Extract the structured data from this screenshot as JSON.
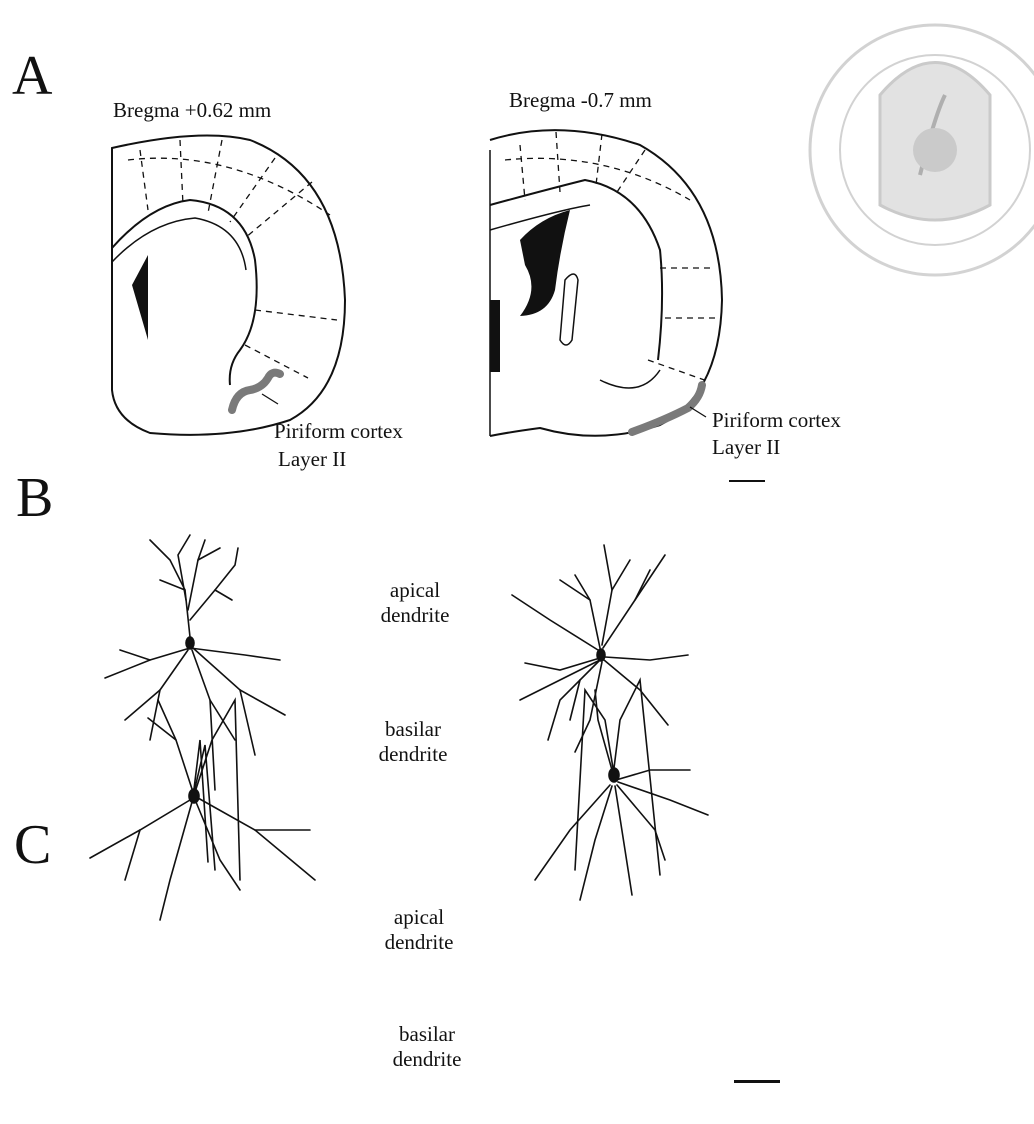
{
  "panels": {
    "a": {
      "letter": "A",
      "left_section": {
        "title": "Bregma +0.62 mm",
        "region_label_1": "Piriform cortex",
        "region_label_2": "Layer II"
      },
      "right_section": {
        "title": "Bregma -0.7 mm",
        "region_label_1": "Piriform cortex",
        "region_label_2": "Layer II"
      }
    },
    "b": {
      "letter": "B",
      "apical_1": "apical",
      "apical_2": "dendrite",
      "basilar_1": "basilar",
      "basilar_2": "dendrite"
    },
    "c": {
      "letter": "C",
      "apical_1": "apical",
      "apical_2": "dendrite",
      "basilar_1": "basilar",
      "basilar_2": "dendrite"
    }
  },
  "colors": {
    "ink": "#111111",
    "highlight": "#7a7a7a",
    "watermark": "#c8c8c8"
  }
}
